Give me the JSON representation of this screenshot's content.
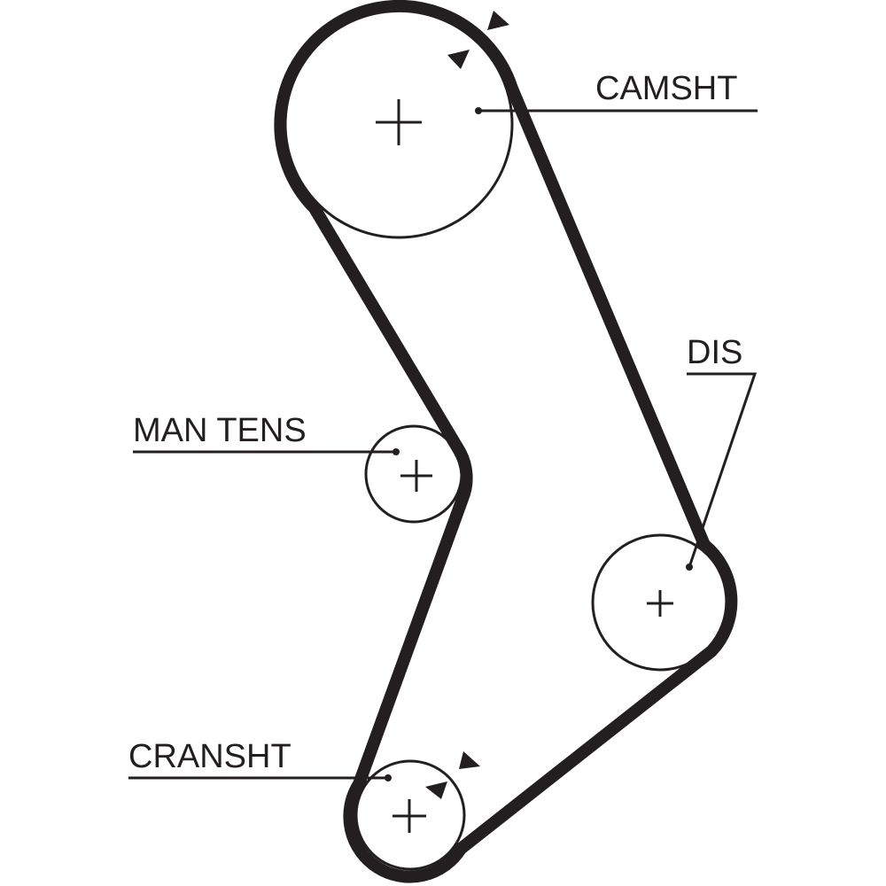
{
  "labels": {
    "camshaft": "CAMSHT",
    "distributor": "DIS",
    "manual_tensioner": "MAN TENS",
    "crankshaft": "CRANSHT"
  },
  "colors": {
    "ink": "#231f20",
    "background": "#ffffff"
  },
  "icons": [
    "rotation-direction-arrow-icon",
    "pulley-center-cross-icon"
  ]
}
